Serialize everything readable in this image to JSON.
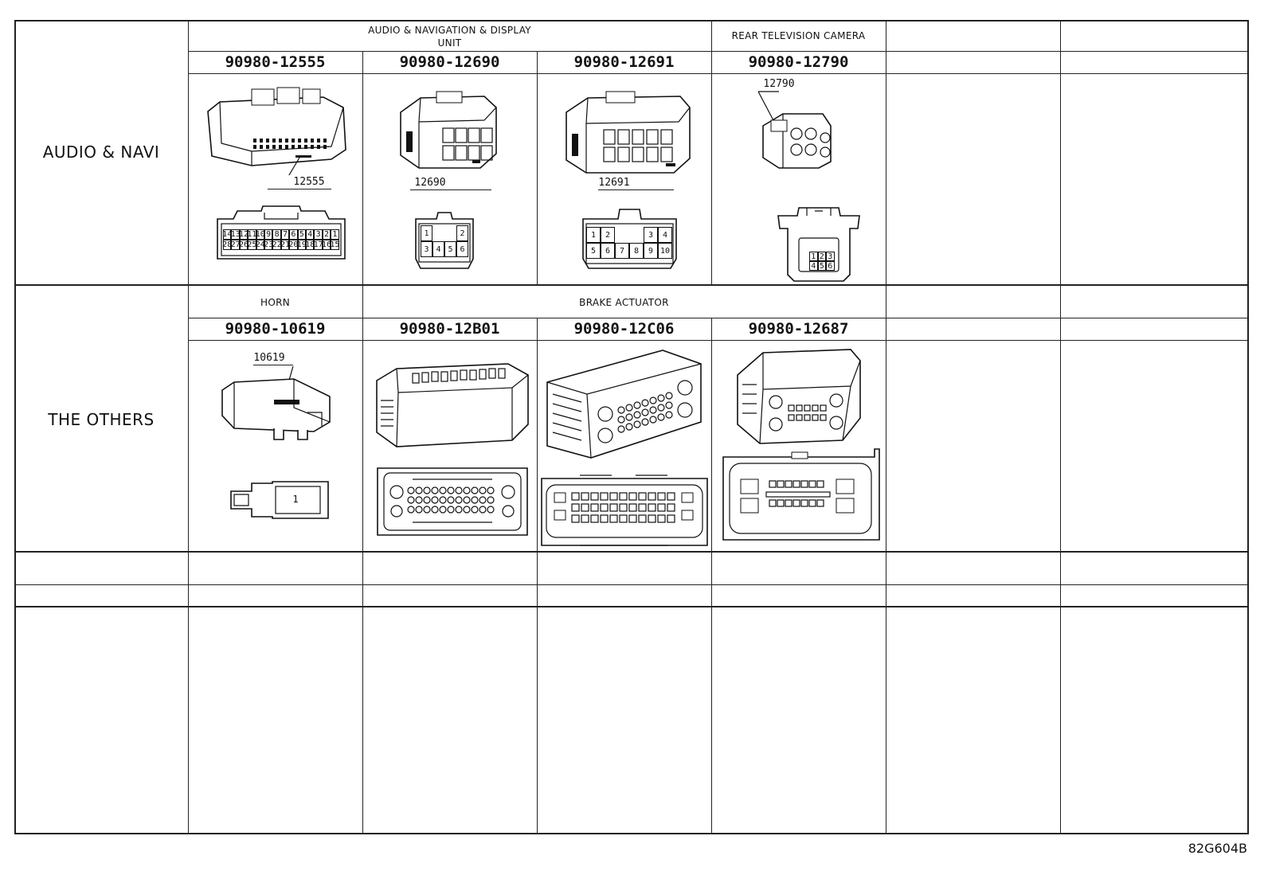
{
  "sections": [
    {
      "category": "AUDIO & NAVI",
      "groups": [
        {
          "name": "AUDIO & NAVIGATION & DISPLAY",
          "name_line2": "UNIT"
        },
        {
          "name": "REAR TELEVISION CAMERA"
        }
      ],
      "connectors": [
        {
          "part_number": "90980-12555",
          "callout": "12555",
          "pins": [
            "1",
            "2",
            "3",
            "4",
            "5",
            "6",
            "7",
            "8",
            "9",
            "10",
            "11",
            "12",
            "13",
            "14",
            "15",
            "16",
            "17",
            "18",
            "19",
            "20",
            "21",
            "22",
            "23",
            "24",
            "25",
            "26",
            "27",
            "28"
          ]
        },
        {
          "part_number": "90980-12690",
          "callout": "12690",
          "pins": [
            "1",
            "2",
            "3",
            "4",
            "5",
            "6"
          ]
        },
        {
          "part_number": "90980-12691",
          "callout": "12691",
          "pins": [
            "1",
            "2",
            "3",
            "4",
            "5",
            "6",
            "7",
            "8",
            "9",
            "10"
          ]
        },
        {
          "part_number": "90980-12790",
          "callout": "12790",
          "pins": [
            "1",
            "2",
            "3",
            "4",
            "5",
            "6"
          ]
        }
      ]
    },
    {
      "category": "THE OTHERS",
      "groups": [
        {
          "name": "HORN"
        },
        {
          "name": "BRAKE ACTUATOR"
        }
      ],
      "connectors": [
        {
          "part_number": "90980-10619",
          "callout": "10619",
          "pins": [
            "1"
          ]
        },
        {
          "part_number": "90980-12B01"
        },
        {
          "part_number": "90980-12C06"
        },
        {
          "part_number": "90980-12687"
        }
      ]
    }
  ],
  "drawing_code": "82G604B"
}
